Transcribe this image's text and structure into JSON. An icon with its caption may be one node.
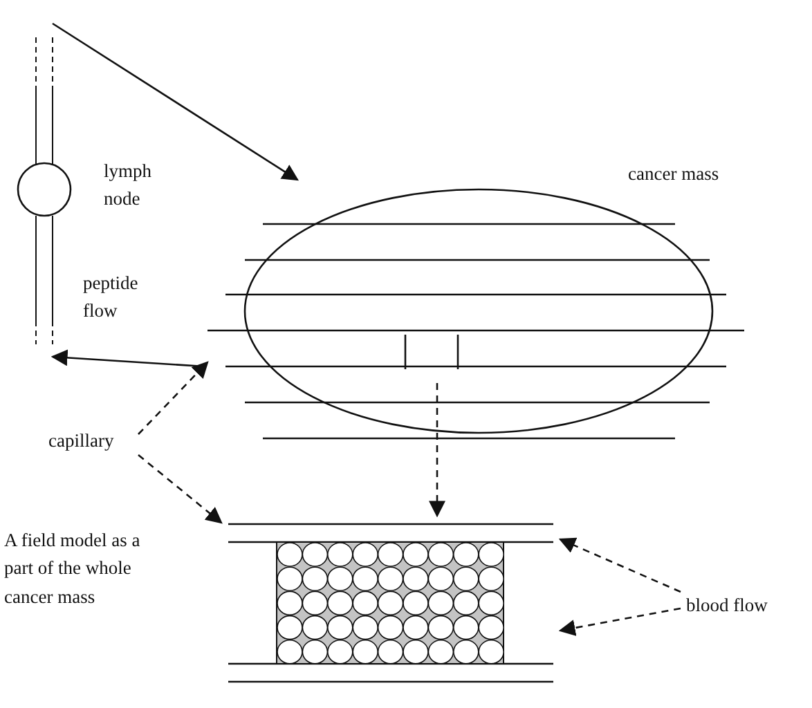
{
  "diagram": {
    "nodes": [
      {
        "text": [],
        "shape": "tube"
      },
      {
        "text": [
          "cancer mass"
        ]
      },
      {
        "text": [
          "capillary"
        ]
      },
      {
        "text": [],
        "shape": "box"
      },
      {
        "text": [
          "blood flow"
        ]
      }
    ],
    "edges": [
      {
        "from": 0,
        "to": 1,
        "arrow": "to"
      },
      {
        "from": 1,
        "to": 0,
        "arrow": "to"
      },
      {
        "from": 2,
        "to": 1,
        "arrow": "to",
        "style": "dashed"
      },
      {
        "from": 2,
        "to": 3,
        "arrow": "to",
        "style": "dashed"
      },
      {
        "from": 1,
        "to": 3,
        "arrow": "to",
        "style": "dashed"
      },
      {
        "from": 4,
        "to": 3,
        "arrow": "to",
        "style": "dashed"
      },
      {
        "from": 4,
        "to": 3,
        "arrow": "to",
        "style": "dashed"
      }
    ],
    "labels": [
      "lymph node",
      "peptide flow",
      "A field model as a part of the whole cancer mass"
    ]
  }
}
